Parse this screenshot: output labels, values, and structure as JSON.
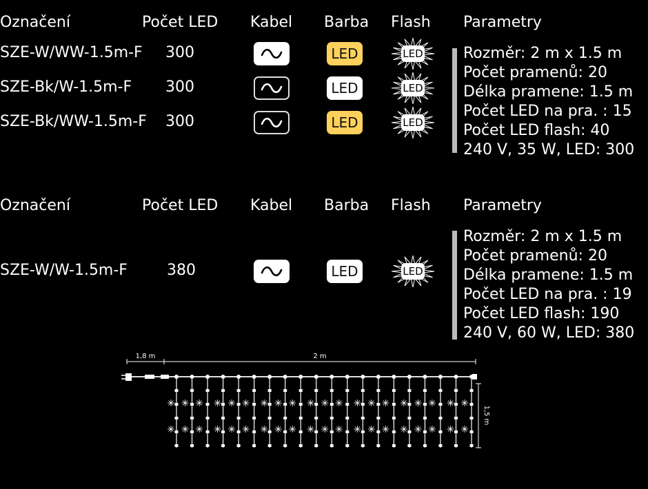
{
  "headers": {
    "designation": "Označení",
    "led_count": "Počet LED",
    "cable": "Kabel",
    "color": "Barba",
    "flash": "Flash",
    "params": "Parametry"
  },
  "led_label": "LED",
  "colors": {
    "warm_white": "#fdd15c",
    "white": "#ffffff",
    "bar": "#bbbbbb"
  },
  "section1": {
    "rows": [
      {
        "code": "SZE-W/WW-1.5m-F",
        "leds": "300",
        "cable": "white",
        "color": "warm_white"
      },
      {
        "code": "SZE-Bk/W-1.5m-F",
        "leds": "300",
        "cable": "black",
        "color": "white"
      },
      {
        "code": "SZE-Bk/WW-1.5m-F",
        "leds": "300",
        "cable": "black",
        "color": "warm_white"
      }
    ],
    "params": [
      "Rozměr: 2 m x 1.5 m",
      "Počet pramenů: 20",
      "Délka pramene: 1.5 m",
      "Počet LED na pra. : 15",
      "Počet LED flash: 40",
      "240 V, 35 W, LED: 300"
    ]
  },
  "section2": {
    "rows": [
      {
        "code": "SZE-W/W-1.5m-F",
        "leds": "380",
        "cable": "white",
        "color": "white"
      }
    ],
    "params": [
      "Rozměr: 2 m x 1.5 m",
      "Počet pramenů: 20",
      "Délka pramene: 1.5 m",
      "Počet LED na pra. : 19",
      "Počet LED flash: 190",
      "240 V, 60 W, LED: 380"
    ]
  },
  "diagram": {
    "lead_length": "1,8 m",
    "width": "2 m",
    "height": "1,5 m",
    "strands": 20
  }
}
